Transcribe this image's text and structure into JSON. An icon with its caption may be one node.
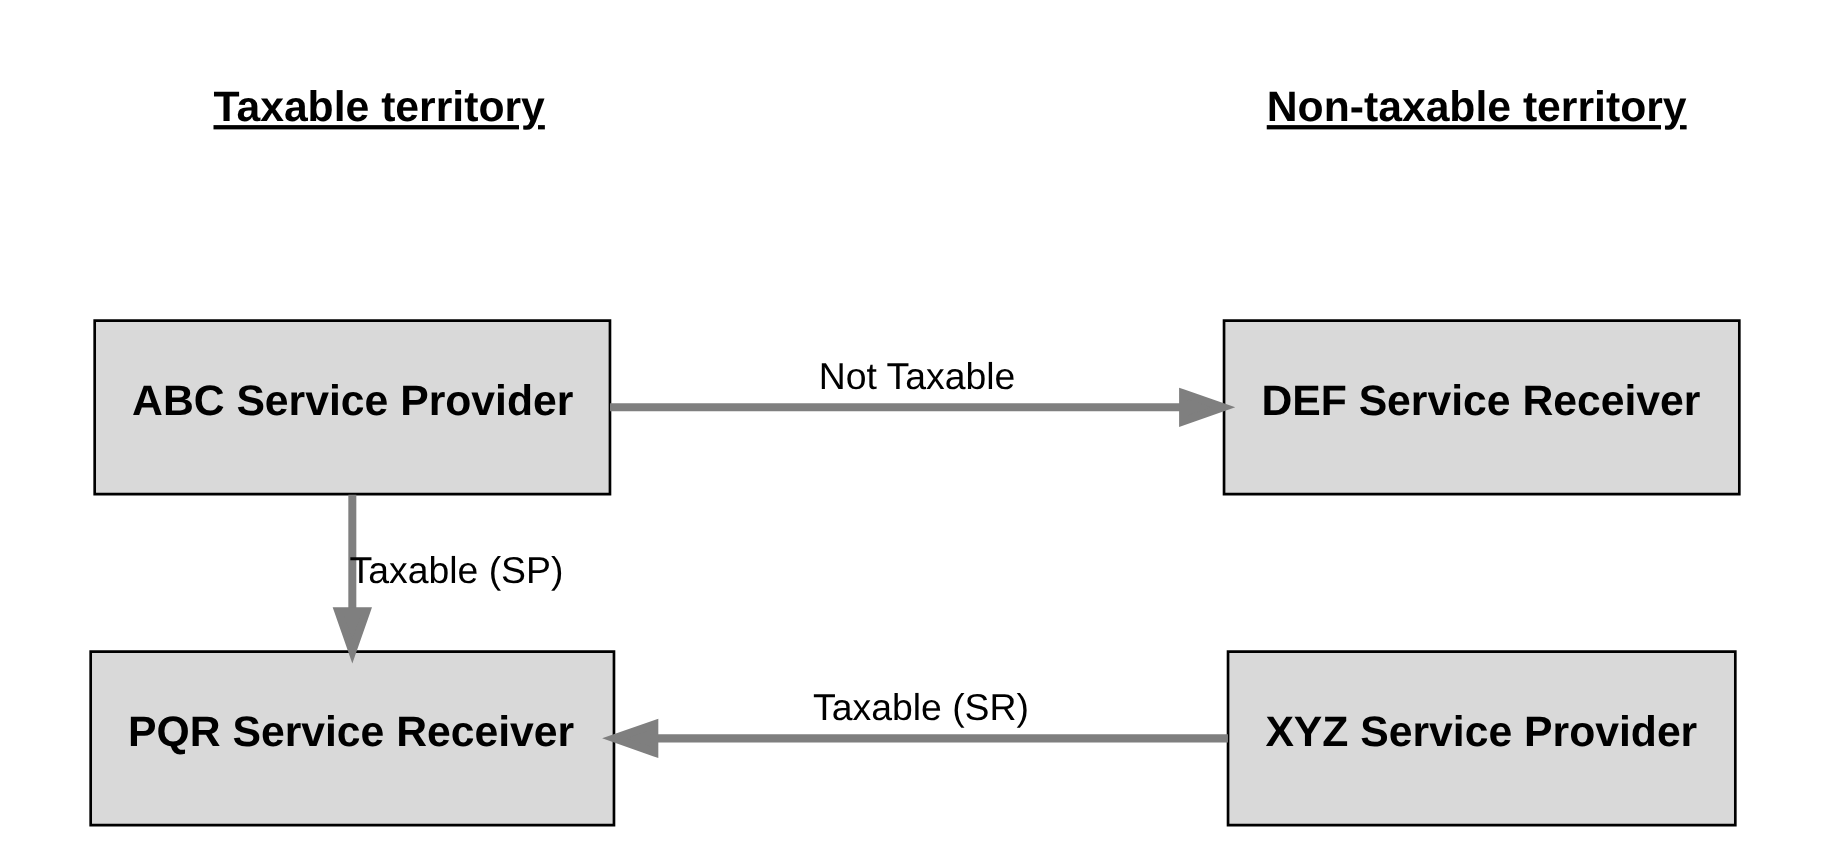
{
  "diagram": {
    "nodes": [
      {
        "text": [
          "ABC Service Provider"
        ]
      },
      {
        "text": [
          "DEF Service Receiver"
        ]
      },
      {
        "text": [
          "PQR Service Receiver"
        ]
      },
      {
        "text": [
          "XYZ Service Provider"
        ]
      }
    ],
    "edges": [
      {
        "from": 0,
        "to": 1,
        "arrow": "to",
        "label": "Not Taxable"
      },
      {
        "from": 0,
        "to": 2,
        "arrow": "to",
        "label": "Taxable (SP)"
      },
      {
        "from": 3,
        "to": 2,
        "arrow": "to",
        "label": "Taxable (SR)"
      }
    ],
    "labels": [
      "Taxable territory",
      "Non-taxable territory"
    ]
  }
}
